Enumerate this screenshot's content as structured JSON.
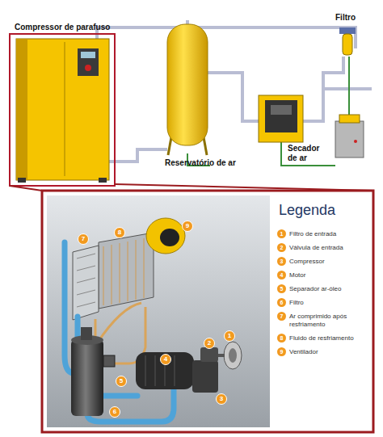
{
  "diagram": {
    "labels": [
      "Compressor de parafuso",
      "Filtro",
      "Reservatório de ar",
      "Secador de ar",
      "Legenda",
      "7",
      "8",
      "9",
      "1",
      "2",
      "3",
      "4",
      "5",
      "6",
      "1",
      "2",
      "3",
      "4",
      "5",
      "6",
      "7",
      "8",
      "9"
    ],
    "legend": [
      {
        "text": "Filtro de entrada",
        "color": "#f29a1f"
      },
      {
        "text": "Válvula de entrada",
        "color": "#f29a1f"
      },
      {
        "text": "Compressor",
        "color": "#f29a1f"
      },
      {
        "text": "Motor",
        "color": "#f29a1f"
      },
      {
        "text": "Separador ar-óleo",
        "color": "#f29a1f"
      },
      {
        "text": "Filtro",
        "color": "#f29a1f"
      },
      {
        "text": "Ar comprimido após resfriamento",
        "color": "#f29a1f"
      },
      {
        "text": "Fluido de resfriamento",
        "color": "#f29a1f"
      },
      {
        "text": "Ventilador",
        "color": "#f29a1f"
      }
    ]
  }
}
